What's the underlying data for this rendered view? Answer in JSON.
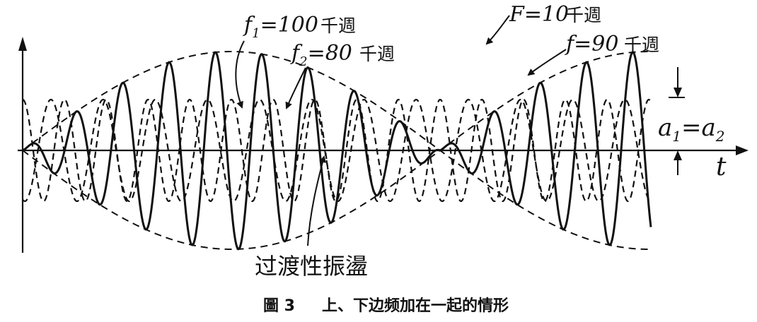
{
  "labels": {
    "f1_prefix": "f",
    "f1_sub": "1",
    "f1_value": "=100",
    "f1_unit": "千週",
    "f2_prefix": "f",
    "f2_sub": "2",
    "f2_value": "=80",
    "f2_unit": "千週",
    "F_prefix": "F",
    "F_value": "=10",
    "F_unit": "千週",
    "f_prefix": "f",
    "f_value": "=90",
    "f_unit": "千週",
    "a1": "a",
    "a1_sub": "1",
    "eq": "=",
    "a2": "a",
    "a2_sub": "2",
    "t_axis": "t",
    "transient": "过渡性振盪"
  },
  "caption": {
    "figure_no": "圖 3",
    "text": "上、下边频加在一起的情形"
  },
  "waves": {
    "f1_khz": 100,
    "f2_khz": 80,
    "F_khz": 10,
    "f_khz": 90,
    "a1_equals_a2": true
  },
  "colors": {
    "ink": "#111111",
    "paper": "#ffffff"
  }
}
